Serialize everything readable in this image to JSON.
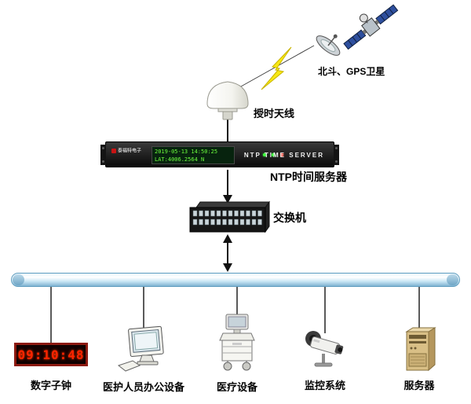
{
  "diagram": {
    "satellite": {
      "label": "北斗、GPS卫星"
    },
    "antenna": {
      "label": "授时天线"
    },
    "ntp_server": {
      "label": "NTP时间服务器",
      "panel_text": "NTP TIME SERVER",
      "logo_text": "泰福特电子",
      "lcd_line1": "2019-05-13 14:50:25",
      "lcd_line2": "LAT:4006.2564 N"
    },
    "switch": {
      "label": "交换机"
    },
    "devices": [
      {
        "id": "digital-clock",
        "label": "数字子钟",
        "time": "09:10:48"
      },
      {
        "id": "office-equipment",
        "label": "医护人员办公设备"
      },
      {
        "id": "medical-equipment",
        "label": "医疗设备"
      },
      {
        "id": "monitoring-system",
        "label": "监控系统"
      },
      {
        "id": "server",
        "label": "服务器"
      }
    ],
    "colors": {
      "lightning": "#f7e814",
      "clock_digits": "#ff2400",
      "lcd_text": "#6dff3e",
      "bus_top": "#e8f6fd",
      "bus_bottom": "#7fb3d2"
    },
    "icons": [
      "satellite-icon",
      "dish-antenna-icon",
      "lightning-bolt-icon",
      "timing-antenna-icon",
      "switch-icon",
      "digital-clock",
      "office-computer-icon",
      "medical-cart-icon",
      "cctv-camera-icon",
      "server-tower-icon"
    ]
  }
}
